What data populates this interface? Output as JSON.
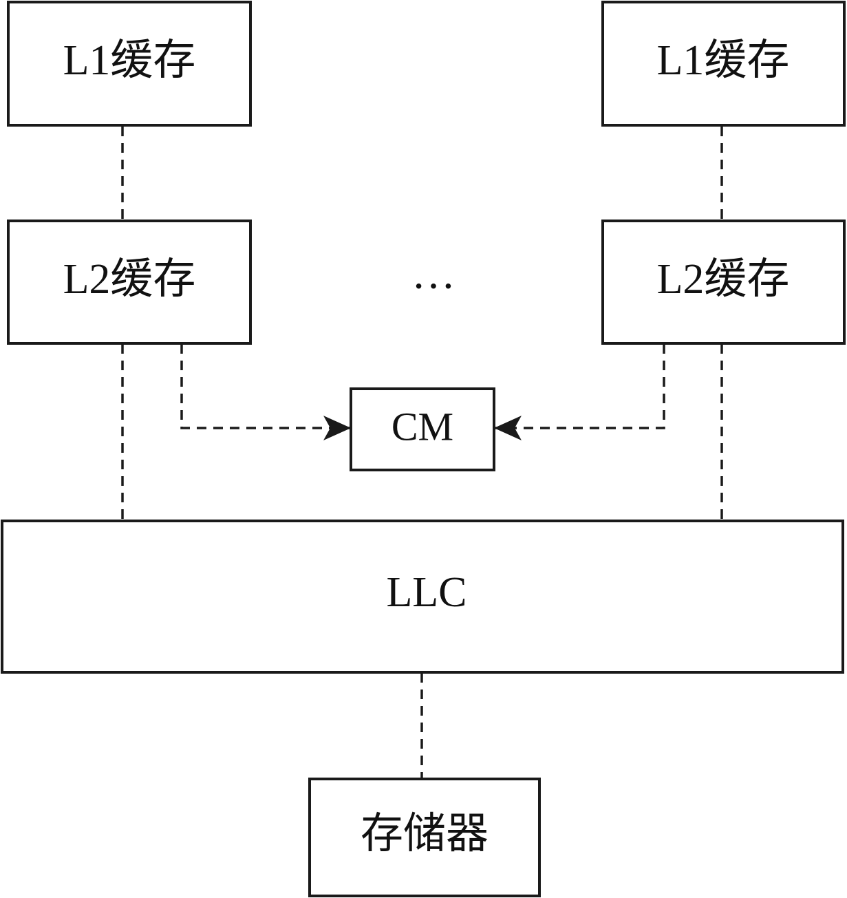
{
  "diagram": {
    "left_core": {
      "l1": "L1缓存",
      "l2": "L2缓存"
    },
    "right_core": {
      "l1": "L1缓存",
      "l2": "L2缓存"
    },
    "ellipsis": "…",
    "cm": "CM",
    "llc": "LLC",
    "memory": "存储器"
  },
  "colors": {
    "stroke": "#1a1a1a",
    "background": "#ffffff",
    "text": "#111111"
  }
}
